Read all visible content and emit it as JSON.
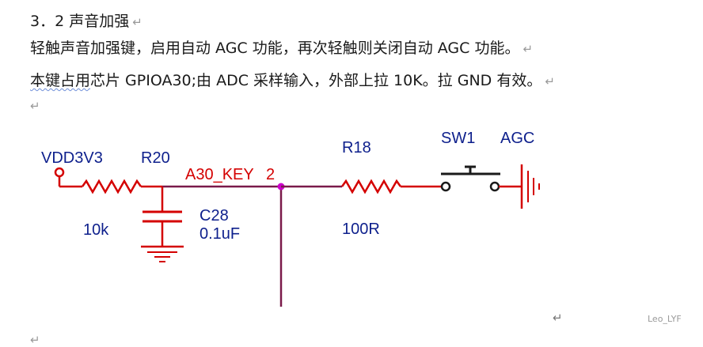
{
  "section": {
    "heading": "3．2 声音加强"
  },
  "paragraphs": [
    "轻触声音加强键，启用自动 AGC 功能，再次轻触则关闭自动 AGC 功能。",
    "芯片 GPIOA30;由 ADC 采样输入，外部上拉 10K。拉 GND 有效。"
  ],
  "squiggle_word": "本键占用",
  "return_mark": "↵",
  "circuit": {
    "vdd": "VDD3V3",
    "r20": {
      "ref": "R20",
      "value": "10k"
    },
    "c28": {
      "ref": "C28",
      "value": "0.1uF"
    },
    "net": "A30_KEY",
    "net_pin": "2",
    "r18": {
      "ref": "R18",
      "value": "100R"
    },
    "sw1": {
      "ref": "SW1",
      "value": "AGC"
    }
  },
  "watermark": "Leo_LYF",
  "colors": {
    "wire": "#d40000",
    "net_wire": "#7a1a4a",
    "label": "#0d1f8c",
    "junction": "#cc00cc"
  }
}
